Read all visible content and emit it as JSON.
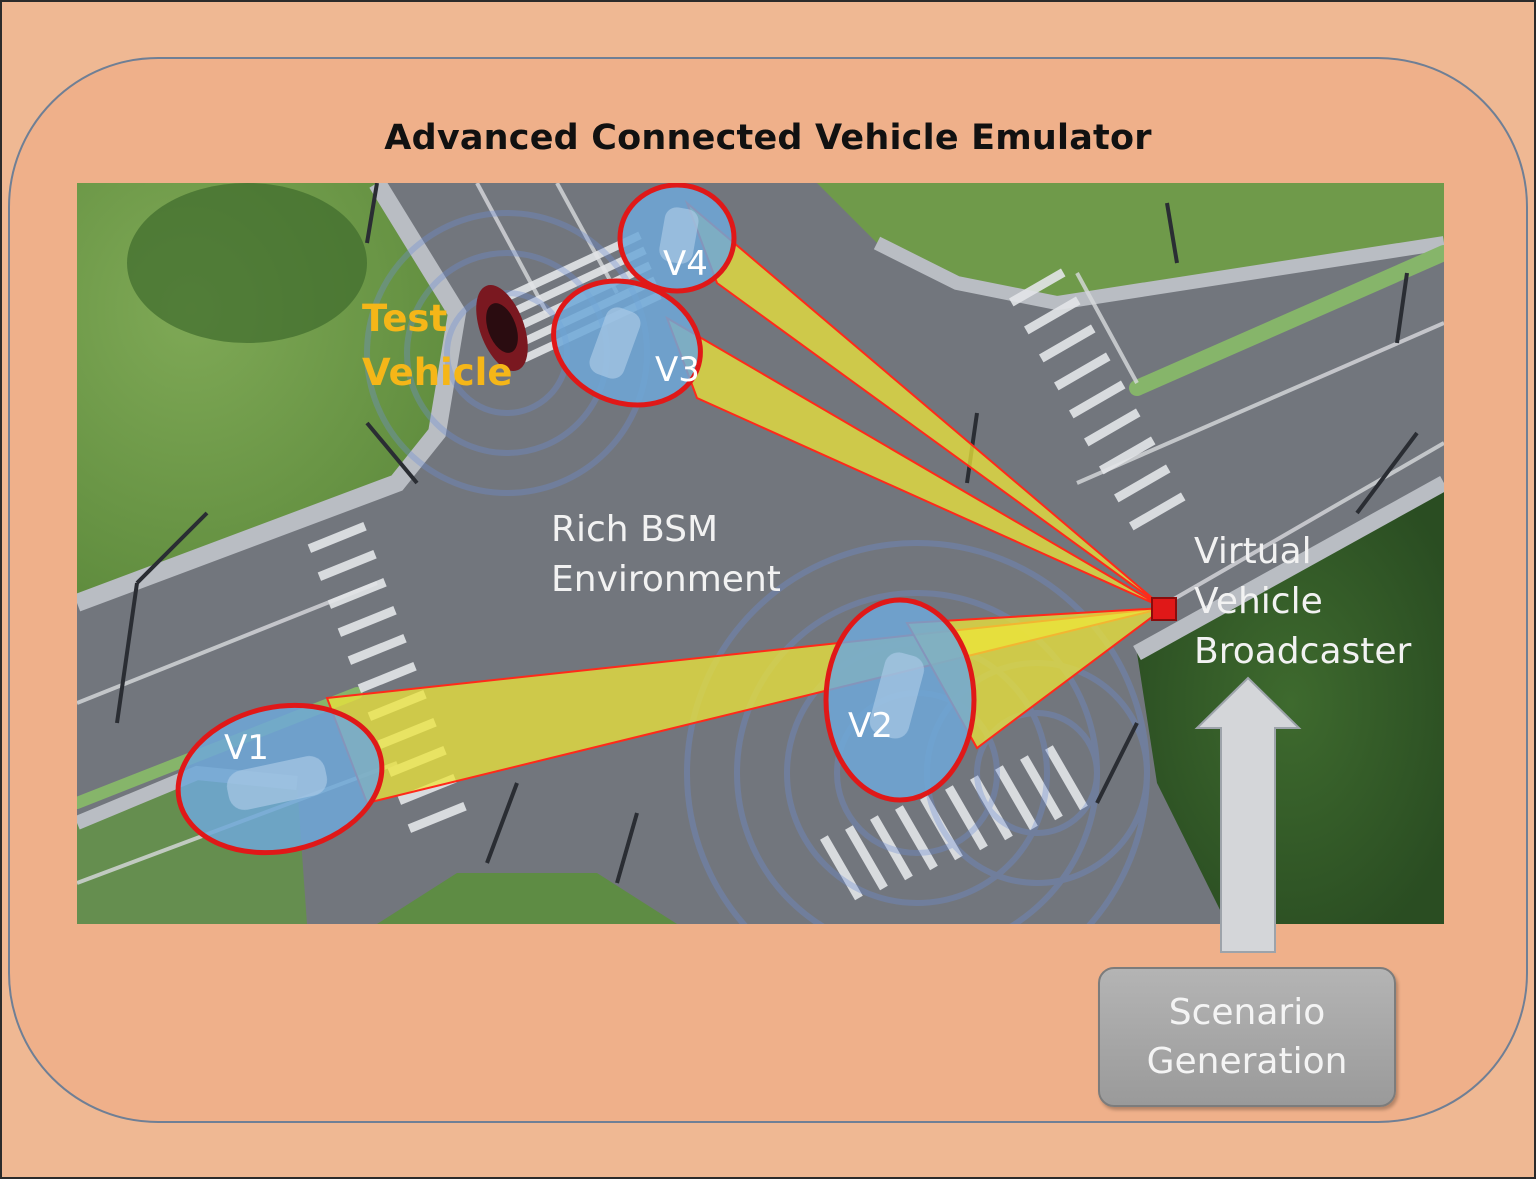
{
  "title": "Advanced Connected Vehicle Emulator",
  "labels": {
    "test_vehicle": "Test\nVehicle",
    "rich_bsm": "Rich BSM\nEnvironment",
    "virtual_broadcaster": "Virtual\nVehicle\nBroadcaster",
    "scenario_generation": "Scenario\nGeneration"
  },
  "vehicles": [
    {
      "id": "V1",
      "label": "V1"
    },
    {
      "id": "V2",
      "label": "V2"
    },
    {
      "id": "V3",
      "label": "V3"
    },
    {
      "id": "V4",
      "label": "V4"
    }
  ],
  "colors": {
    "background": "#efb08a",
    "ellipse_stroke": "#e01818",
    "ellipse_fill": "#6ea8d8",
    "beam_fill": "#e6e23c",
    "test_vehicle_text": "#f5b618",
    "broadcaster": "#e01818",
    "button": "#a8a8a8"
  }
}
